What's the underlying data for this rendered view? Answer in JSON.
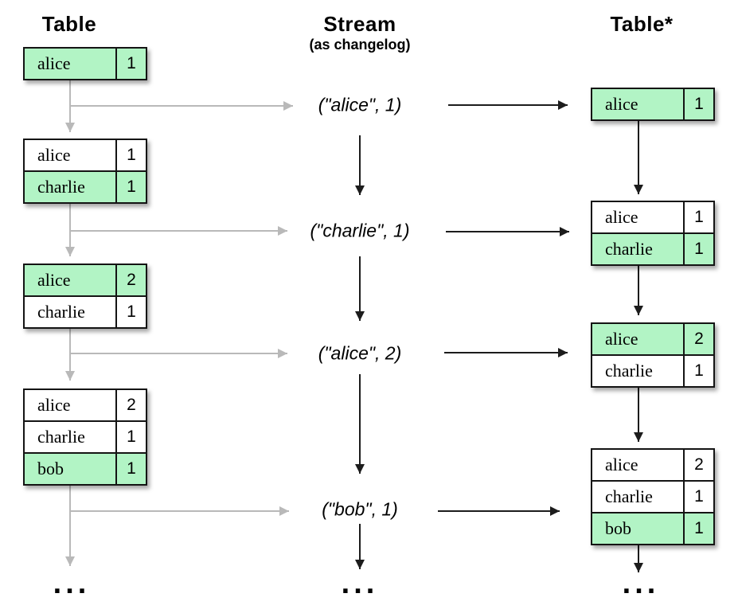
{
  "colors": {
    "highlight": "#b2f4c5",
    "line_gray": "#b9b9b9",
    "line_black": "#1c1c1c"
  },
  "headers": {
    "left": "Table",
    "middle": "Stream",
    "middle_sub": "(as changelog)",
    "right": "Table*"
  },
  "left_tables": [
    {
      "rows": [
        {
          "key": "alice",
          "value": "1",
          "highlight": true
        }
      ]
    },
    {
      "rows": [
        {
          "key": "alice",
          "value": "1",
          "highlight": false
        },
        {
          "key": "charlie",
          "value": "1",
          "highlight": true
        }
      ]
    },
    {
      "rows": [
        {
          "key": "alice",
          "value": "2",
          "highlight": true
        },
        {
          "key": "charlie",
          "value": "1",
          "highlight": false
        }
      ]
    },
    {
      "rows": [
        {
          "key": "alice",
          "value": "2",
          "highlight": false
        },
        {
          "key": "charlie",
          "value": "1",
          "highlight": false
        },
        {
          "key": "bob",
          "value": "1",
          "highlight": true
        }
      ]
    }
  ],
  "stream_events": [
    "(\"alice\", 1)",
    "(\"charlie\", 1)",
    "(\"alice\", 2)",
    "(\"bob\", 1)"
  ],
  "right_tables": [
    {
      "rows": [
        {
          "key": "alice",
          "value": "1",
          "highlight": true
        }
      ]
    },
    {
      "rows": [
        {
          "key": "alice",
          "value": "1",
          "highlight": false
        },
        {
          "key": "charlie",
          "value": "1",
          "highlight": true
        }
      ]
    },
    {
      "rows": [
        {
          "key": "alice",
          "value": "2",
          "highlight": true
        },
        {
          "key": "charlie",
          "value": "1",
          "highlight": false
        }
      ]
    },
    {
      "rows": [
        {
          "key": "alice",
          "value": "2",
          "highlight": false
        },
        {
          "key": "charlie",
          "value": "1",
          "highlight": false
        },
        {
          "key": "bob",
          "value": "1",
          "highlight": true
        }
      ]
    }
  ],
  "ellipsis": "..."
}
